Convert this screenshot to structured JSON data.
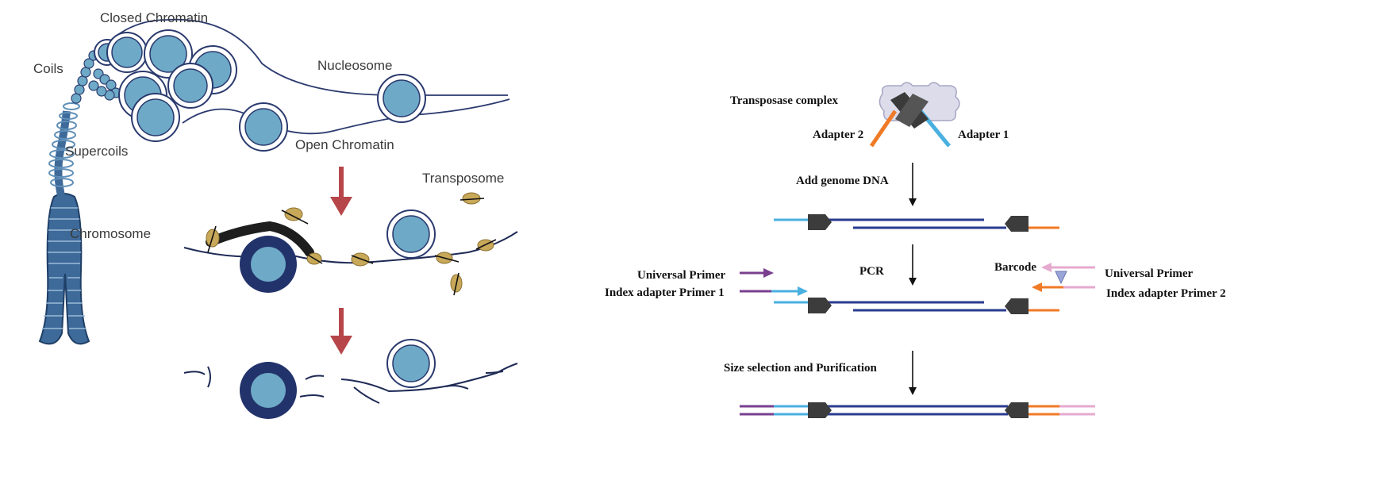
{
  "chromatin_panel": {
    "labels": {
      "closed_chromatin": "Closed Chromatin",
      "coils": "Coils",
      "nucleosome": "Nucleosome",
      "supercoils": "Supercoils",
      "open_chromatin": "Open Chromatin",
      "transposome": "Transposome",
      "chromosome": "Chromosome"
    },
    "colors": {
      "nucleosome_fill": "#6eaac7",
      "nucleosome_ring": "#2b3a6e",
      "dark_nucleosome": "#22336b",
      "transposase": "#c8a95a",
      "arrow": "#b6464a",
      "chromosome": "#3e6a9a"
    }
  },
  "library_panel": {
    "labels": {
      "transposase_complex": "Transposase complex",
      "adapter_2": "Adapter 2",
      "adapter_1": "Adapter 1",
      "add_genome_dna": "Add genome DNA",
      "pcr": "PCR",
      "barcode": "Barcode",
      "universal_primer_left": "Universal Primer",
      "index_adapter_primer_1": "Index adapter Primer 1",
      "universal_primer_right": "Universal Primer",
      "index_adapter_primer_2": "Index adapter Primer 2",
      "size_selection": "Size selection and Purification"
    },
    "colors": {
      "adapter_orange": "#f07a26",
      "adapter_blue": "#4ab0e0",
      "dna_navy": "#2a3b8f",
      "universal_purple": "#7a3f8f",
      "index_pink": "#e6a9cf",
      "barcode": "#9aa6d8",
      "complex_fill": "#dcdcea",
      "end_block": "#3c3c3c"
    }
  }
}
